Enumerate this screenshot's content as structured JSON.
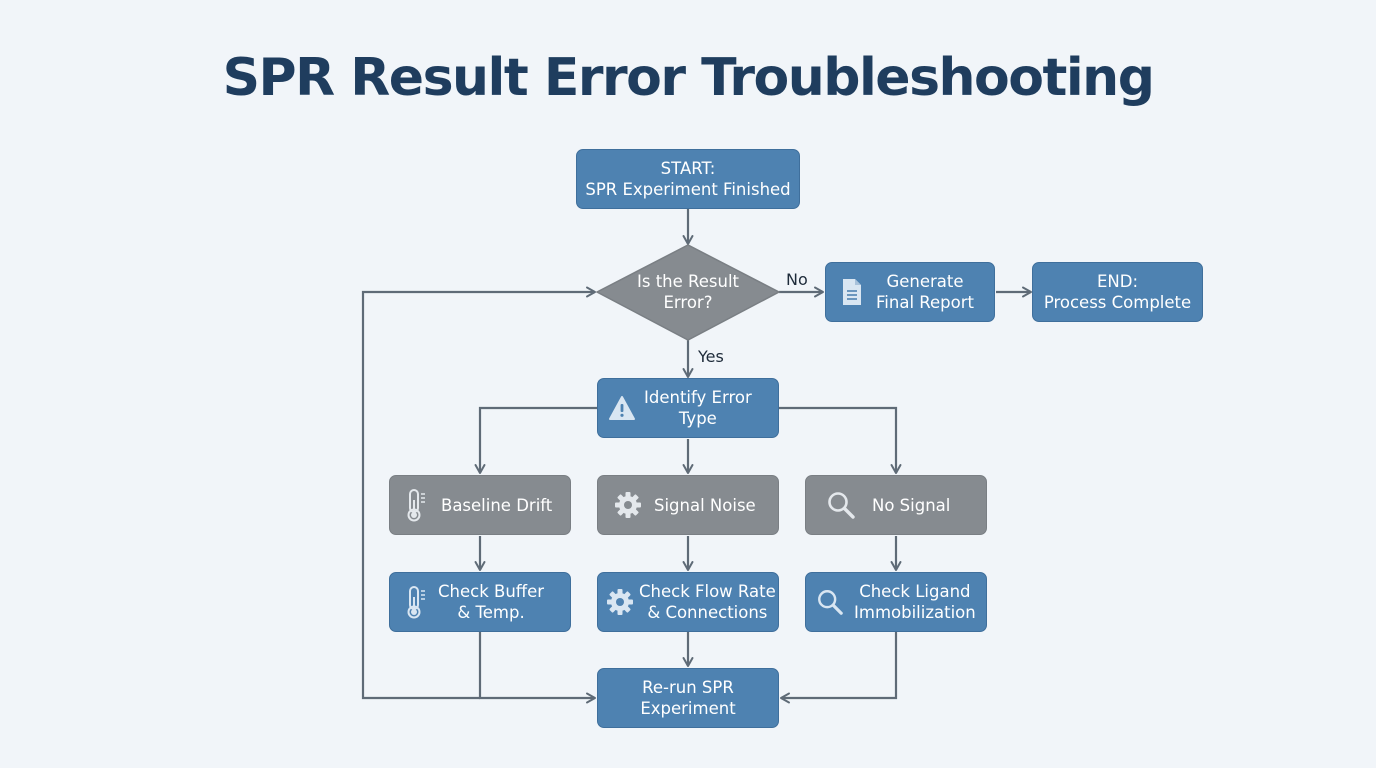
{
  "title": "SPR Result Error Troubleshooting",
  "nodes": {
    "start": {
      "line1": "START:",
      "line2": "SPR Experiment Finished"
    },
    "decision": {
      "line1": "Is the Result",
      "line2": "Error?"
    },
    "generate_report": {
      "line1": "Generate",
      "line2": "Final Report",
      "icon": "document-icon"
    },
    "end": {
      "line1": "END:",
      "line2": "Process Complete"
    },
    "identify_error": {
      "line1": "Identify Error",
      "line2": "Type",
      "icon": "warning-icon"
    },
    "baseline_drift": {
      "label": "Baseline Drift",
      "icon": "thermometer-icon"
    },
    "signal_noise": {
      "label": "Signal Noise",
      "icon": "gear-icon"
    },
    "no_signal": {
      "label": "No Signal",
      "icon": "magnifier-icon"
    },
    "check_buffer": {
      "line1": "Check Buffer",
      "line2": "& Temp.",
      "icon": "thermometer-icon"
    },
    "check_flow": {
      "line1": "Check Flow Rate",
      "line2": "& Connections",
      "icon": "gear-icon"
    },
    "check_ligand": {
      "line1": "Check Ligand",
      "line2": "Immobilization",
      "icon": "magnifier-icon"
    },
    "rerun": {
      "line1": "Re-run SPR",
      "line2": "Experiment"
    }
  },
  "edge_labels": {
    "no": "No",
    "yes": "Yes"
  },
  "colors": {
    "title": "#1f3d5e",
    "process_fill": "#4e82b1",
    "category_fill": "#868b90",
    "decision_fill": "#868b90",
    "connector": "#5f6b77",
    "background": "#f1f5f9"
  }
}
